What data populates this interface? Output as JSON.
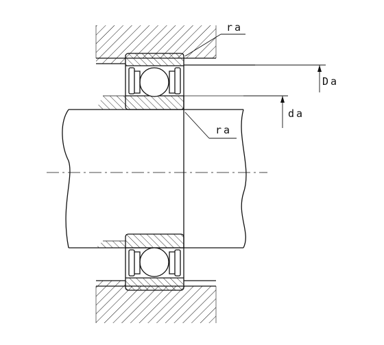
{
  "diagram": {
    "labels": {
      "ra_top": "ra",
      "ra_shaft": "ra",
      "Da": "Da",
      "da": "da"
    },
    "colors": {
      "line": "#111111",
      "background": "#ffffff"
    }
  }
}
